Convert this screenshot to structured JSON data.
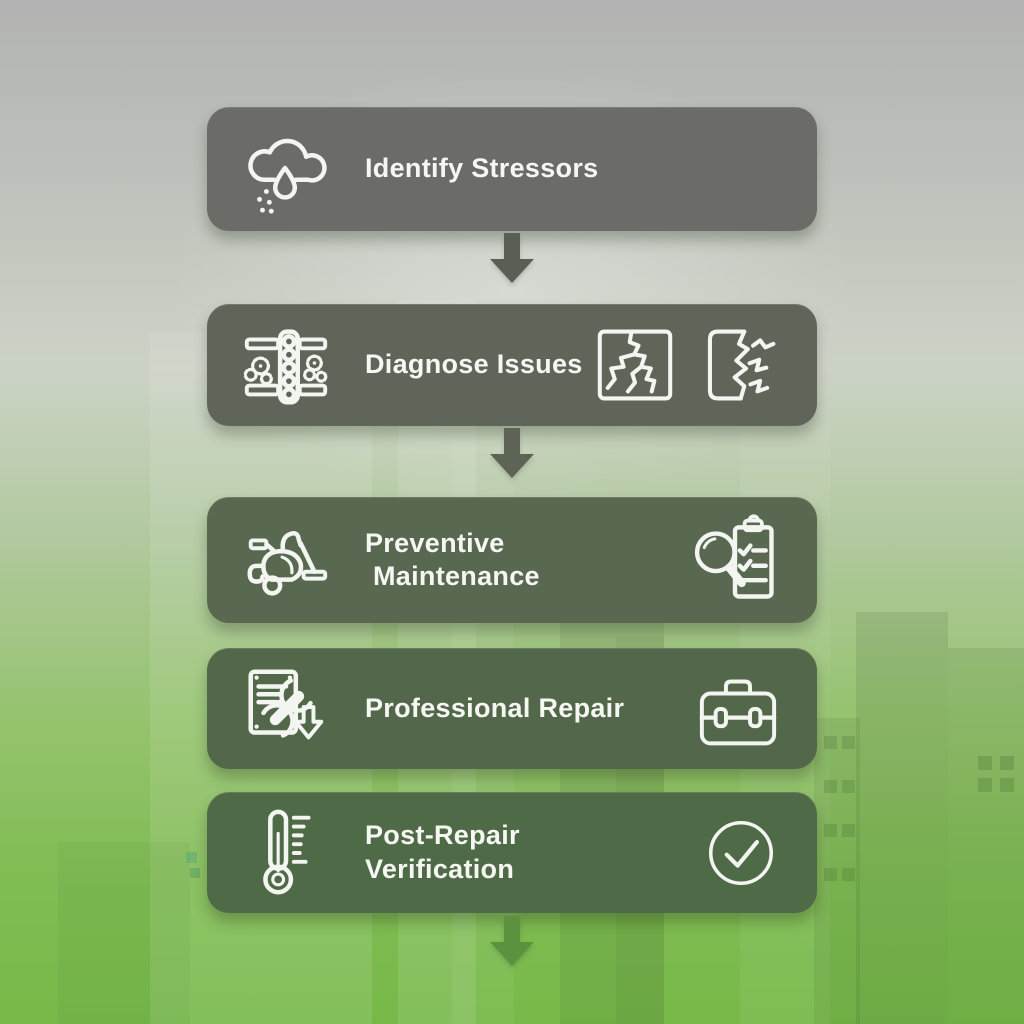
{
  "palette": {
    "background_top": "#b2b3b2",
    "background_middle": "#ccd3c6",
    "background_bottom": "#77b949",
    "box_text_color": "#f6f7f3",
    "icon_stroke_color": "#f3f5f0"
  },
  "steps": [
    {
      "id": "identify-stressors",
      "line1": "Identify Stressors",
      "line2": "",
      "color": "#6b6c68",
      "left_icon": "rain-cloud-icon",
      "right_icons": []
    },
    {
      "id": "diagnose-issues",
      "line1": "Diagnose Issues",
      "line2": "",
      "color": "#60655a",
      "left_icon": "engine-gears-icon",
      "right_icons": [
        "cracked-panel-icon",
        "shattered-panel-icon"
      ]
    },
    {
      "id": "preventive-maintenance",
      "line1": "Preventive",
      "line2": "Maintenance",
      "color": "#596851",
      "left_icon": "vacuum-cleaner-icon",
      "right_icons": [
        "inspection-checklist-icon"
      ]
    },
    {
      "id": "professional-repair",
      "line1": "Professional Repair",
      "line2": "",
      "color": "#53684b",
      "left_icon": "service-doc-wrench-icon",
      "right_icons": [
        "toolbox-icon"
      ]
    },
    {
      "id": "post-repair-verification",
      "line1": "Post-Repair",
      "line2": "Verification",
      "color": "#4f6a46",
      "left_icon": "thermometer-icon",
      "right_icons": [
        "check-circle-icon"
      ]
    }
  ],
  "arrows": [
    {
      "position": "after-step-1",
      "color": "#5a5f55"
    },
    {
      "position": "after-step-2",
      "color": "#5d6355"
    },
    {
      "position": "after-step-5",
      "color": "#5c9140"
    }
  ]
}
